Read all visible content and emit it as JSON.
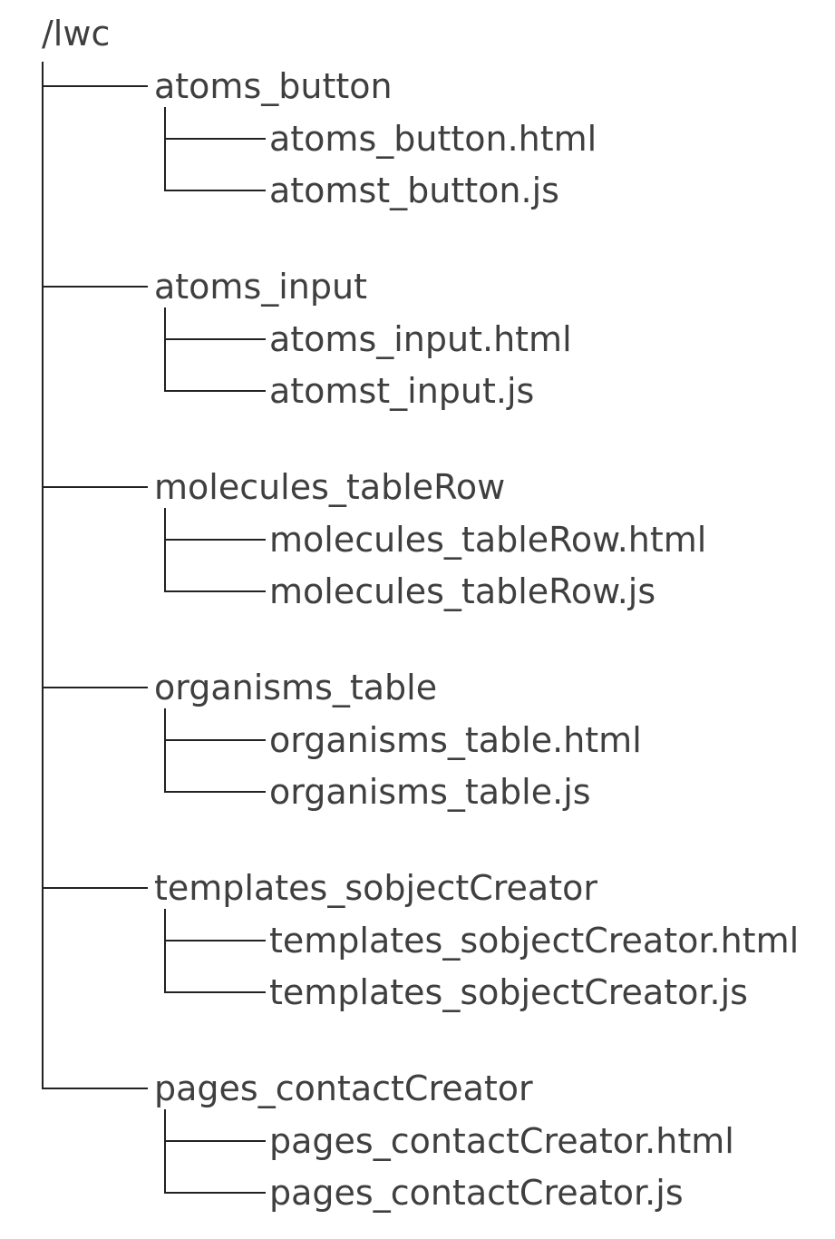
{
  "colors": {
    "background": "#ffffff",
    "text": "#3f3f3f",
    "line": "#222222"
  },
  "tree": {
    "root": "/lwc",
    "folders": [
      {
        "name": "atoms_button",
        "files": [
          "atoms_button.html",
          "atomst_button.js"
        ]
      },
      {
        "name": "atoms_input",
        "files": [
          "atoms_input.html",
          "atomst_input.js"
        ]
      },
      {
        "name": "molecules_tableRow",
        "files": [
          "molecules_tableRow.html",
          "molecules_tableRow.js"
        ]
      },
      {
        "name": "organisms_table",
        "files": [
          "organisms_table.html",
          "organisms_table.js"
        ]
      },
      {
        "name": "templates_sobjectCreator",
        "files": [
          "templates_sobjectCreator.html",
          "templates_sobjectCreator.js"
        ]
      },
      {
        "name": "pages_contactCreator",
        "files": [
          "pages_contactCreator.html",
          "pages_contactCreator.js"
        ]
      }
    ]
  }
}
